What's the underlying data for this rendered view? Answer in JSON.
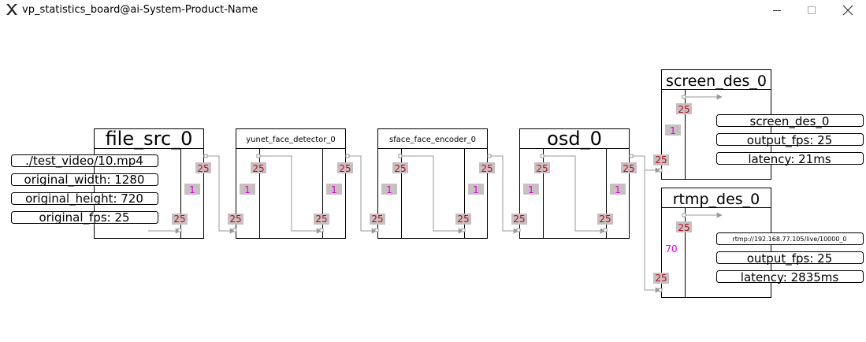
{
  "window": {
    "title": "vp_statistics_board@ai-System-Product-Name",
    "app_icon": "x11-app-icon",
    "controls": [
      "minimize-icon",
      "maximize-icon",
      "close-icon"
    ]
  },
  "colors": {
    "badge_bg": "#c8c0c0",
    "badge_text_red": "#b01020",
    "badge_text_magenta": "#e000e0",
    "arrow": "#999999",
    "stroke": "#000000"
  },
  "nodes": [
    {
      "id": "file_src_0",
      "label": "file_src_0",
      "in_count": "25",
      "queue": "1",
      "out_count": "25",
      "has_input": false,
      "info": [
        "./test_video/10.mp4",
        "original_width: 1280",
        "original_height: 720",
        "original_fps: 25"
      ]
    },
    {
      "id": "yunet_face_detector_0",
      "label": "yunet_face_detector_0",
      "in_count": "25",
      "queue_in": "1",
      "in_count2": "25",
      "queue": "1",
      "out_count": "25",
      "has_input": true
    },
    {
      "id": "sface_face_encoder_0",
      "label": "sface_face_encoder_0",
      "in_count": "25",
      "queue_in": "1",
      "in_count2": "25",
      "queue": "1",
      "out_count": "25",
      "has_input": true
    },
    {
      "id": "osd_0",
      "label": "osd_0",
      "in_count": "25",
      "queue_in": "1",
      "in_count2": "25",
      "queue": "1",
      "out_count": "25",
      "has_input": true
    }
  ],
  "destinations": [
    {
      "id": "screen_des_0",
      "label": "screen_des_0",
      "in_count": "25",
      "queue": "1",
      "processed": "25",
      "info": [
        "screen_des_0",
        "output_fps: 25",
        "latency: 21ms"
      ]
    },
    {
      "id": "rtmp_des_0",
      "label": "rtmp_des_0",
      "in_count": "25",
      "queue": "70",
      "processed": "25",
      "info": [
        "rtmp://192.168.77.105/live/10000_0",
        "output_fps: 25",
        "latency: 2835ms"
      ]
    }
  ]
}
